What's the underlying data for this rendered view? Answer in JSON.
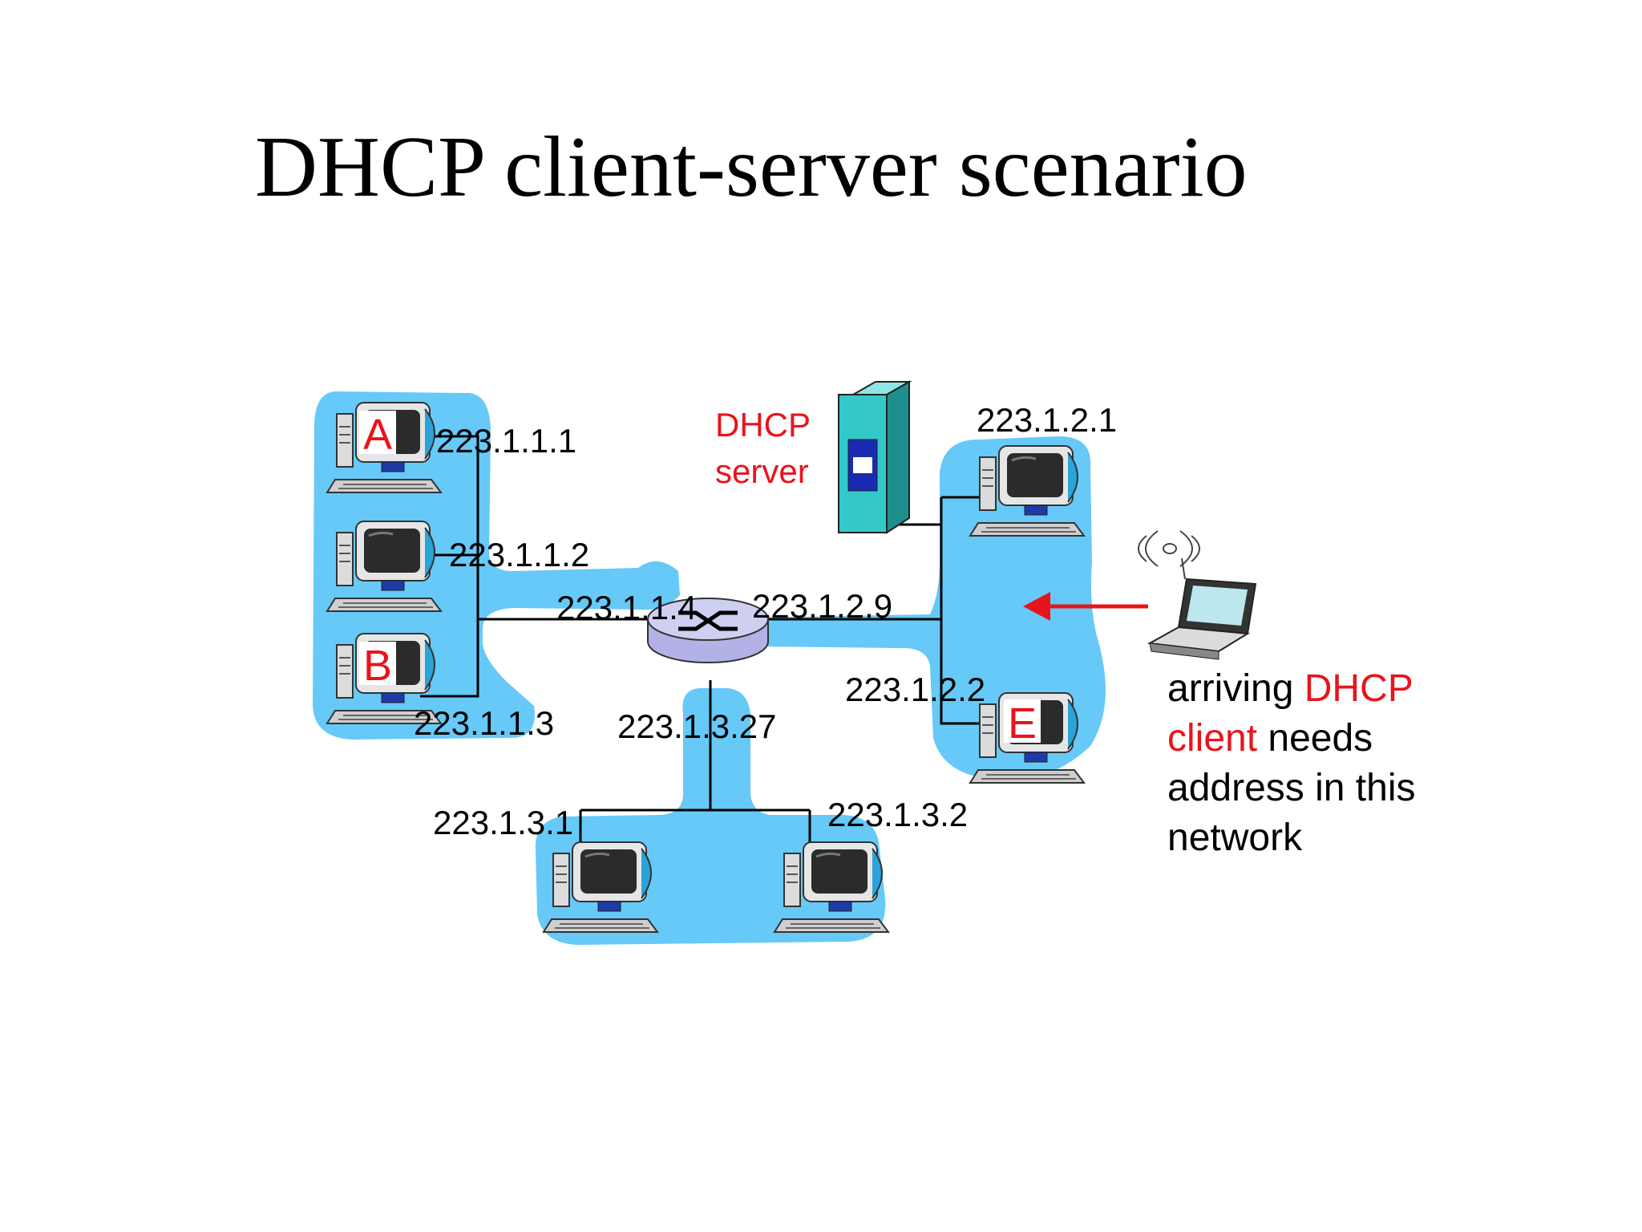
{
  "title": "DHCP client-server scenario",
  "colors": {
    "network": "#66c9f8",
    "accent": "#e8141c",
    "server": "#33c9c9",
    "router": "#c8c8ee"
  },
  "icons": {
    "router": "router-icon",
    "server": "server-icon",
    "host": "desktop-computer-icon",
    "laptop": "wireless-laptop-icon"
  },
  "hosts": {
    "a": "A",
    "b": "B",
    "e": "E"
  },
  "server": {
    "line1": "DHCP",
    "line2": "server"
  },
  "ips": {
    "h1": "223.1.1.1",
    "h2": "223.1.1.2",
    "h3": "223.1.1.3",
    "r1": "223.1.1.4",
    "r2": "223.1.2.9",
    "r3": "223.1.3.27",
    "s1": "223.1.2.1",
    "s2": "223.1.2.2",
    "b1": "223.1.3.1",
    "b2": "223.1.3.2"
  },
  "note": {
    "p1": "arriving ",
    "p2": "DHCP",
    "p3": "client",
    "p4": " needs",
    "p5": "address in this",
    "p6": "network"
  }
}
